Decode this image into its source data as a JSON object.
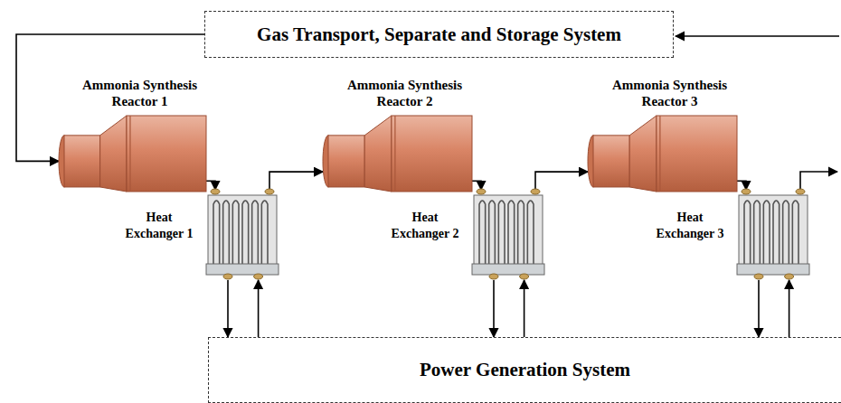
{
  "diagram": {
    "nodes": [
      {
        "text": [
          "Gas Transport, Separate and Storage System"
        ]
      },
      {
        "text": [
          "Ammonia Synthesis Reactor 1"
        ]
      },
      {
        "text": [
          "Ammonia Synthesis Reactor 2"
        ]
      },
      {
        "text": [
          "Ammonia Synthesis Reactor 3"
        ]
      },
      {
        "text": [
          "Heat Exchanger 1"
        ]
      },
      {
        "text": [
          "Heat Exchanger 2"
        ]
      },
      {
        "text": [
          "Heat Exchanger 3"
        ]
      },
      {
        "text": [
          "Power Generation System"
        ]
      }
    ],
    "edges": [
      {
        "from": 0,
        "to": 1,
        "arrow": "to"
      },
      {
        "from": 1,
        "to": 4,
        "arrow": "to"
      },
      {
        "from": 4,
        "to": 2,
        "arrow": "to"
      },
      {
        "from": 2,
        "to": 5,
        "arrow": "to"
      },
      {
        "from": 5,
        "to": 3,
        "arrow": "to"
      },
      {
        "from": 3,
        "to": 6,
        "arrow": "to"
      },
      {
        "from": 4,
        "to": 7,
        "arrow": "to"
      },
      {
        "from": 7,
        "to": 4,
        "arrow": "to"
      },
      {
        "from": 5,
        "to": 7,
        "arrow": "to"
      },
      {
        "from": 7,
        "to": 5,
        "arrow": "to"
      },
      {
        "from": 6,
        "to": 7,
        "arrow": "to"
      },
      {
        "from": 7,
        "to": 6,
        "arrow": "to"
      }
    ]
  }
}
